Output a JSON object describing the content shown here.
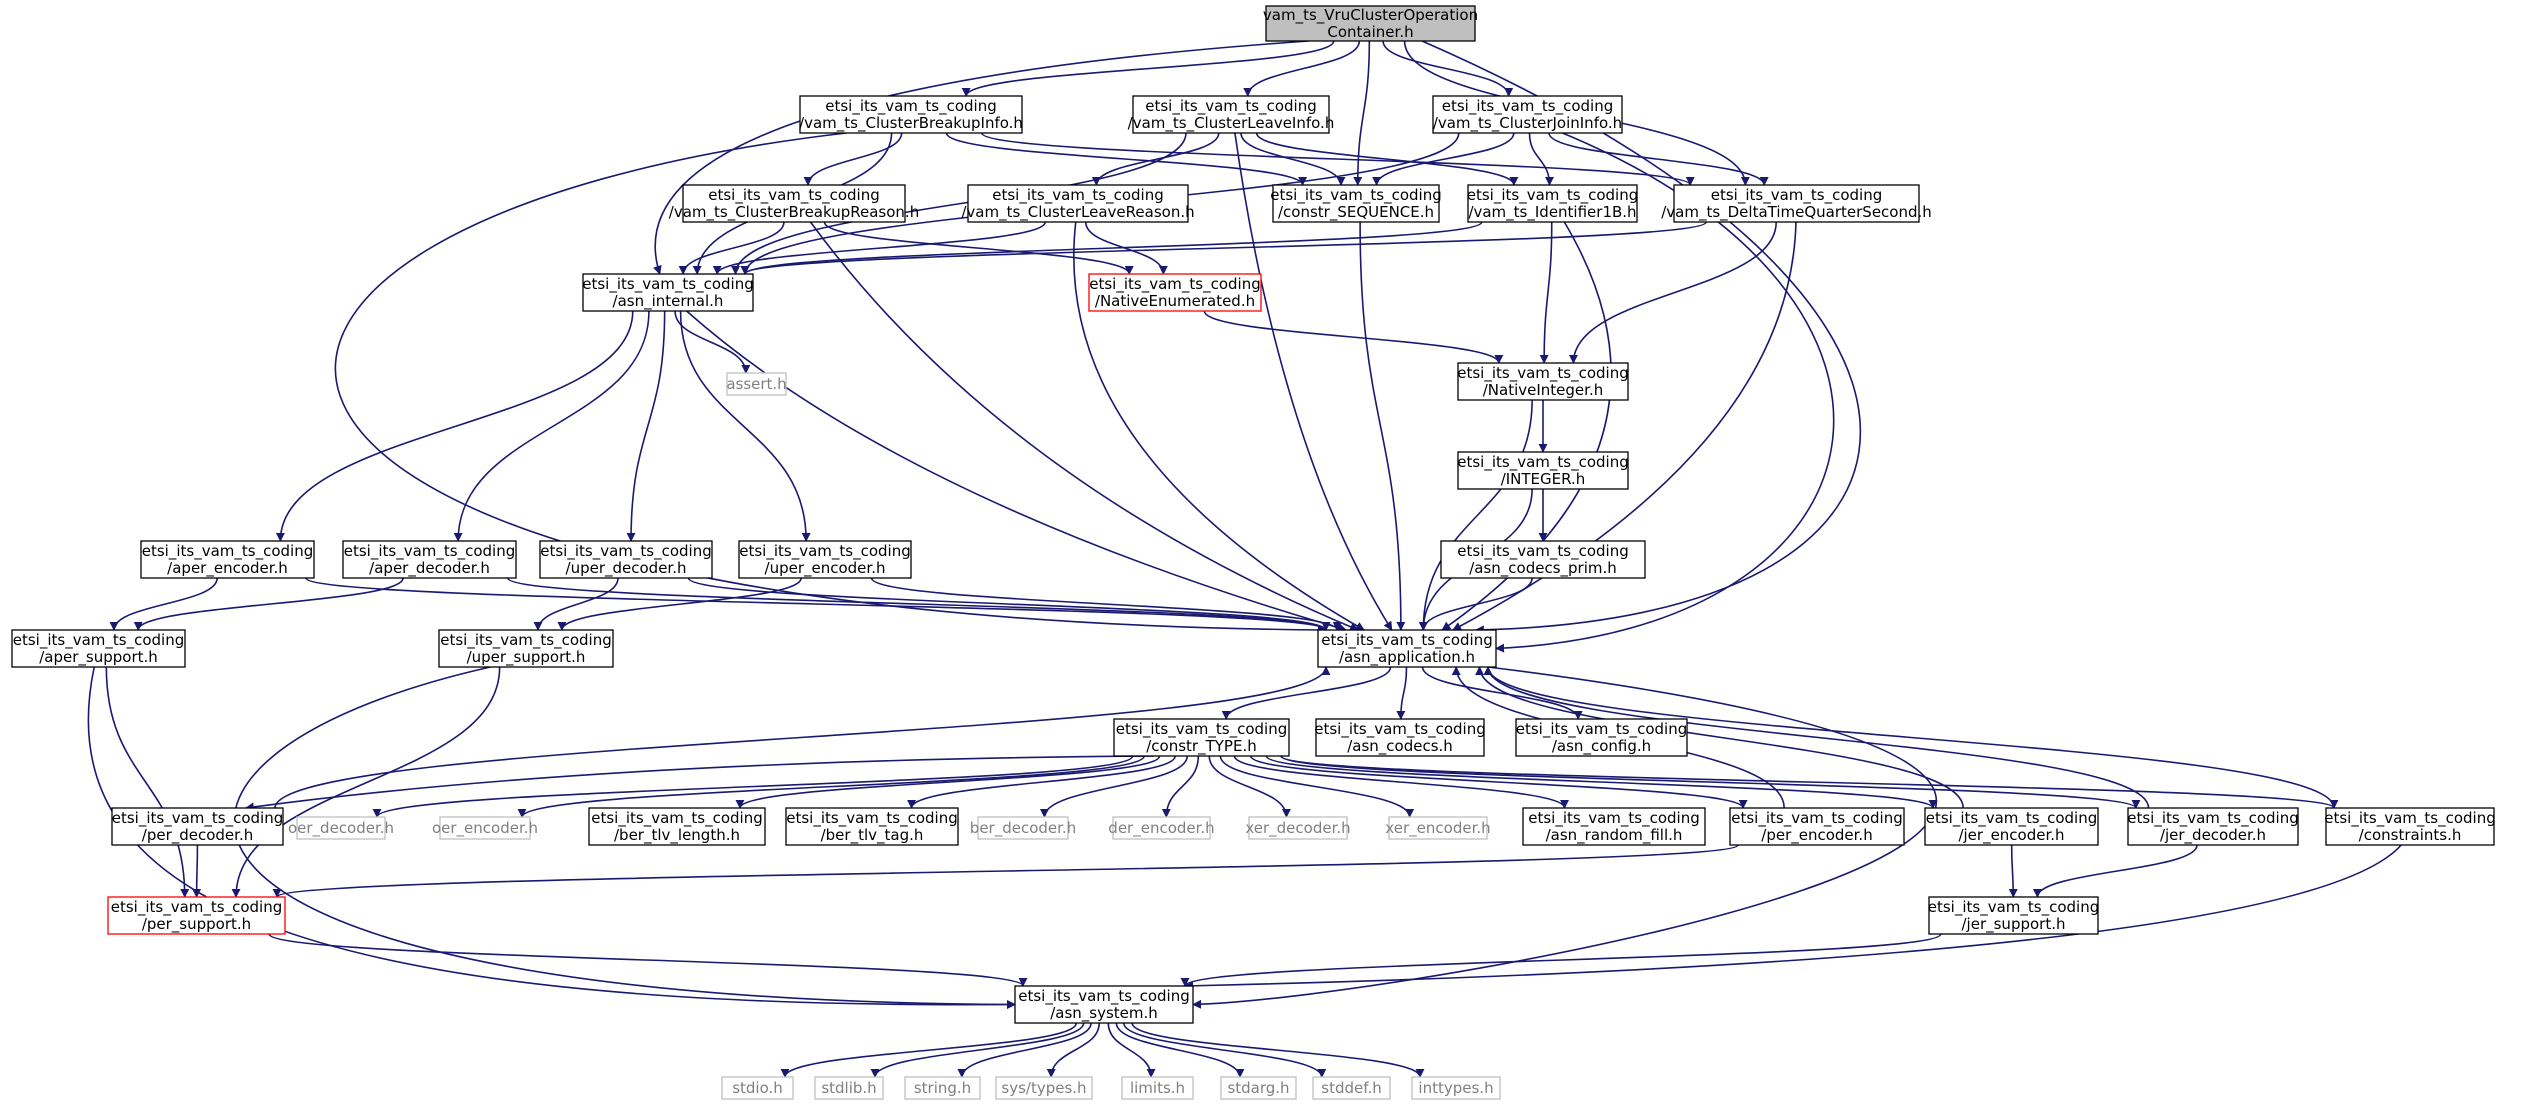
{
  "diagram": {
    "colors": {
      "edge": "#191970",
      "box_border": "#000000",
      "ext_border": "#bfbfbf",
      "red_border": "#ff0000",
      "root_fill": "#bfbfbf",
      "fill": "#ffffff"
    },
    "nodes": [
      {
        "id": "root",
        "lines": [
          "vam_ts_VruClusterOperation",
          "Container.h"
        ],
        "style": "root"
      },
      {
        "id": "breakupinfo",
        "lines": [
          "etsi_its_vam_ts_coding",
          "/vam_ts_ClusterBreakupInfo.h"
        ],
        "style": "box"
      },
      {
        "id": "leaveinfo",
        "lines": [
          "etsi_its_vam_ts_coding",
          "/vam_ts_ClusterLeaveInfo.h"
        ],
        "style": "box"
      },
      {
        "id": "joininfo",
        "lines": [
          "etsi_its_vam_ts_coding",
          "/vam_ts_ClusterJoinInfo.h"
        ],
        "style": "box"
      },
      {
        "id": "breakupreason",
        "lines": [
          "etsi_its_vam_ts_coding",
          "/vam_ts_ClusterBreakupReason.h"
        ],
        "style": "box"
      },
      {
        "id": "leavereason",
        "lines": [
          "etsi_its_vam_ts_coding",
          "/vam_ts_ClusterLeaveReason.h"
        ],
        "style": "box"
      },
      {
        "id": "constrseq",
        "lines": [
          "etsi_its_vam_ts_coding",
          "/constr_SEQUENCE.h"
        ],
        "style": "box"
      },
      {
        "id": "identifier",
        "lines": [
          "etsi_its_vam_ts_coding",
          "/vam_ts_Identifier1B.h"
        ],
        "style": "box"
      },
      {
        "id": "deltatime",
        "lines": [
          "etsi_its_vam_ts_coding",
          "/vam_ts_DeltaTimeQuarterSecond.h"
        ],
        "style": "box"
      },
      {
        "id": "asninternal",
        "lines": [
          "etsi_its_vam_ts_coding",
          "/asn_internal.h"
        ],
        "style": "box"
      },
      {
        "id": "nativeenum",
        "lines": [
          "etsi_its_vam_ts_coding",
          "/NativeEnumerated.h"
        ],
        "style": "red"
      },
      {
        "id": "assert",
        "lines": [
          "assert.h"
        ],
        "style": "ext"
      },
      {
        "id": "nativeint",
        "lines": [
          "etsi_its_vam_ts_coding",
          "/NativeInteger.h"
        ],
        "style": "box"
      },
      {
        "id": "integer",
        "lines": [
          "etsi_its_vam_ts_coding",
          "/INTEGER.h"
        ],
        "style": "box"
      },
      {
        "id": "codecsprim",
        "lines": [
          "etsi_its_vam_ts_coding",
          "/asn_codecs_prim.h"
        ],
        "style": "box"
      },
      {
        "id": "aperenc",
        "lines": [
          "etsi_its_vam_ts_coding",
          "/aper_encoder.h"
        ],
        "style": "box"
      },
      {
        "id": "aperdec",
        "lines": [
          "etsi_its_vam_ts_coding",
          "/aper_decoder.h"
        ],
        "style": "box"
      },
      {
        "id": "uperdec",
        "lines": [
          "etsi_its_vam_ts_coding",
          "/uper_decoder.h"
        ],
        "style": "box"
      },
      {
        "id": "uperenc",
        "lines": [
          "etsi_its_vam_ts_coding",
          "/uper_encoder.h"
        ],
        "style": "box"
      },
      {
        "id": "apersup",
        "lines": [
          "etsi_its_vam_ts_coding",
          "/aper_support.h"
        ],
        "style": "box"
      },
      {
        "id": "upersup",
        "lines": [
          "etsi_its_vam_ts_coding",
          "/uper_support.h"
        ],
        "style": "box"
      },
      {
        "id": "asnapp",
        "lines": [
          "etsi_its_vam_ts_coding",
          "/asn_application.h"
        ],
        "style": "box"
      },
      {
        "id": "constrtype",
        "lines": [
          "etsi_its_vam_ts_coding",
          "/constr_TYPE.h"
        ],
        "style": "box"
      },
      {
        "id": "asncodecs",
        "lines": [
          "etsi_its_vam_ts_coding",
          "/asn_codecs.h"
        ],
        "style": "box"
      },
      {
        "id": "asnconfig",
        "lines": [
          "etsi_its_vam_ts_coding",
          "/asn_config.h"
        ],
        "style": "box"
      },
      {
        "id": "perdec",
        "lines": [
          "etsi_its_vam_ts_coding",
          "/per_decoder.h"
        ],
        "style": "box"
      },
      {
        "id": "oerdec",
        "lines": [
          "oer_decoder.h"
        ],
        "style": "ext"
      },
      {
        "id": "oerenc",
        "lines": [
          "oer_encoder.h"
        ],
        "style": "ext"
      },
      {
        "id": "bertlvlen",
        "lines": [
          "etsi_its_vam_ts_coding",
          "/ber_tlv_length.h"
        ],
        "style": "box"
      },
      {
        "id": "bertlvtag",
        "lines": [
          "etsi_its_vam_ts_coding",
          "/ber_tlv_tag.h"
        ],
        "style": "box"
      },
      {
        "id": "berdec",
        "lines": [
          "ber_decoder.h"
        ],
        "style": "ext"
      },
      {
        "id": "derenc",
        "lines": [
          "der_encoder.h"
        ],
        "style": "ext"
      },
      {
        "id": "xerdec",
        "lines": [
          "xer_decoder.h"
        ],
        "style": "ext"
      },
      {
        "id": "xerenc",
        "lines": [
          "xer_encoder.h"
        ],
        "style": "ext"
      },
      {
        "id": "randomfill",
        "lines": [
          "etsi_its_vam_ts_coding",
          "/asn_random_fill.h"
        ],
        "style": "box"
      },
      {
        "id": "perenc",
        "lines": [
          "etsi_its_vam_ts_coding",
          "/per_encoder.h"
        ],
        "style": "box"
      },
      {
        "id": "jerenc",
        "lines": [
          "etsi_its_vam_ts_coding",
          "/jer_encoder.h"
        ],
        "style": "box"
      },
      {
        "id": "jerdec",
        "lines": [
          "etsi_its_vam_ts_coding",
          "/jer_decoder.h"
        ],
        "style": "box"
      },
      {
        "id": "constraints",
        "lines": [
          "etsi_its_vam_ts_coding",
          "/constraints.h"
        ],
        "style": "box"
      },
      {
        "id": "persup",
        "lines": [
          "etsi_its_vam_ts_coding",
          "/per_support.h"
        ],
        "style": "red"
      },
      {
        "id": "jersup",
        "lines": [
          "etsi_its_vam_ts_coding",
          "/jer_support.h"
        ],
        "style": "box"
      },
      {
        "id": "asnsystem",
        "lines": [
          "etsi_its_vam_ts_coding",
          "/asn_system.h"
        ],
        "style": "box"
      },
      {
        "id": "stdio",
        "lines": [
          "stdio.h"
        ],
        "style": "ext"
      },
      {
        "id": "stdlib",
        "lines": [
          "stdlib.h"
        ],
        "style": "ext"
      },
      {
        "id": "string",
        "lines": [
          "string.h"
        ],
        "style": "ext"
      },
      {
        "id": "systypes",
        "lines": [
          "sys/types.h"
        ],
        "style": "ext"
      },
      {
        "id": "limits",
        "lines": [
          "limits.h"
        ],
        "style": "ext"
      },
      {
        "id": "stdarg",
        "lines": [
          "stdarg.h"
        ],
        "style": "ext"
      },
      {
        "id": "stddef",
        "lines": [
          "stddef.h"
        ],
        "style": "ext"
      },
      {
        "id": "inttypes",
        "lines": [
          "inttypes.h"
        ],
        "style": "ext"
      }
    ],
    "edges": [
      [
        "root",
        "breakupinfo"
      ],
      [
        "root",
        "leaveinfo"
      ],
      [
        "root",
        "joininfo"
      ],
      [
        "root",
        "asninternal"
      ],
      [
        "root",
        "constrseq"
      ],
      [
        "root",
        "deltatime"
      ],
      [
        "root",
        "asnapp"
      ],
      [
        "breakupinfo",
        "breakupreason"
      ],
      [
        "breakupinfo",
        "asninternal"
      ],
      [
        "breakupinfo",
        "constrseq"
      ],
      [
        "breakupinfo",
        "deltatime"
      ],
      [
        "breakupinfo",
        "asnapp"
      ],
      [
        "leaveinfo",
        "leavereason"
      ],
      [
        "leaveinfo",
        "constrseq"
      ],
      [
        "leaveinfo",
        "identifier"
      ],
      [
        "leaveinfo",
        "asninternal"
      ],
      [
        "leaveinfo",
        "asnapp"
      ],
      [
        "joininfo",
        "constrseq"
      ],
      [
        "joininfo",
        "identifier"
      ],
      [
        "joininfo",
        "deltatime"
      ],
      [
        "joininfo",
        "asninternal"
      ],
      [
        "joininfo",
        "asnapp"
      ],
      [
        "breakupreason",
        "asninternal"
      ],
      [
        "breakupreason",
        "nativeenum"
      ],
      [
        "breakupreason",
        "asnapp"
      ],
      [
        "leavereason",
        "asninternal"
      ],
      [
        "leavereason",
        "nativeenum"
      ],
      [
        "leavereason",
        "asnapp"
      ],
      [
        "constrseq",
        "asnapp"
      ],
      [
        "identifier",
        "asninternal"
      ],
      [
        "identifier",
        "nativeint"
      ],
      [
        "identifier",
        "asnapp"
      ],
      [
        "deltatime",
        "asninternal"
      ],
      [
        "deltatime",
        "nativeint"
      ],
      [
        "deltatime",
        "asnapp"
      ],
      [
        "nativeenum",
        "nativeint"
      ],
      [
        "nativeint",
        "integer"
      ],
      [
        "nativeint",
        "asnapp"
      ],
      [
        "integer",
        "codecsprim"
      ],
      [
        "integer",
        "asnapp"
      ],
      [
        "codecsprim",
        "asnapp"
      ],
      [
        "asninternal",
        "assert"
      ],
      [
        "asninternal",
        "aperenc"
      ],
      [
        "asninternal",
        "aperdec"
      ],
      [
        "asninternal",
        "uperdec"
      ],
      [
        "asninternal",
        "uperenc"
      ],
      [
        "asninternal",
        "asnapp"
      ],
      [
        "aperenc",
        "apersup"
      ],
      [
        "aperenc",
        "asnapp"
      ],
      [
        "aperdec",
        "apersup"
      ],
      [
        "aperdec",
        "asnapp"
      ],
      [
        "uperdec",
        "upersup"
      ],
      [
        "uperdec",
        "asnapp"
      ],
      [
        "uperenc",
        "upersup"
      ],
      [
        "uperenc",
        "asnapp"
      ],
      [
        "apersup",
        "persup"
      ],
      [
        "apersup",
        "asnsystem"
      ],
      [
        "upersup",
        "persup"
      ],
      [
        "upersup",
        "asnsystem"
      ],
      [
        "asnapp",
        "constrtype"
      ],
      [
        "asnapp",
        "asncodecs"
      ],
      [
        "asnapp",
        "asnconfig"
      ],
      [
        "asnapp",
        "asnsystem"
      ],
      [
        "constrtype",
        "perdec"
      ],
      [
        "constrtype",
        "oerdec"
      ],
      [
        "constrtype",
        "oerenc"
      ],
      [
        "constrtype",
        "bertlvlen"
      ],
      [
        "constrtype",
        "bertlvtag"
      ],
      [
        "constrtype",
        "berdec"
      ],
      [
        "constrtype",
        "derenc"
      ],
      [
        "constrtype",
        "xerdec"
      ],
      [
        "constrtype",
        "xerenc"
      ],
      [
        "constrtype",
        "randomfill"
      ],
      [
        "constrtype",
        "perenc"
      ],
      [
        "constrtype",
        "jerenc"
      ],
      [
        "constrtype",
        "jerdec"
      ],
      [
        "constrtype",
        "constraints"
      ],
      [
        "perdec",
        "asnapp"
      ],
      [
        "perdec",
        "persup"
      ],
      [
        "perenc",
        "asnapp"
      ],
      [
        "perenc",
        "persup"
      ],
      [
        "jerenc",
        "asnapp"
      ],
      [
        "jerenc",
        "jersup"
      ],
      [
        "jerdec",
        "asnapp"
      ],
      [
        "jerdec",
        "jersup"
      ],
      [
        "constraints",
        "asnapp"
      ],
      [
        "constraints",
        "asnsystem"
      ],
      [
        "persup",
        "asnsystem"
      ],
      [
        "jersup",
        "asnsystem"
      ],
      [
        "asnsystem",
        "stdio"
      ],
      [
        "asnsystem",
        "stdlib"
      ],
      [
        "asnsystem",
        "string"
      ],
      [
        "asnsystem",
        "systypes"
      ],
      [
        "asnsystem",
        "limits"
      ],
      [
        "asnsystem",
        "stdarg"
      ],
      [
        "asnsystem",
        "stddef"
      ],
      [
        "asnsystem",
        "inttypes"
      ]
    ]
  }
}
